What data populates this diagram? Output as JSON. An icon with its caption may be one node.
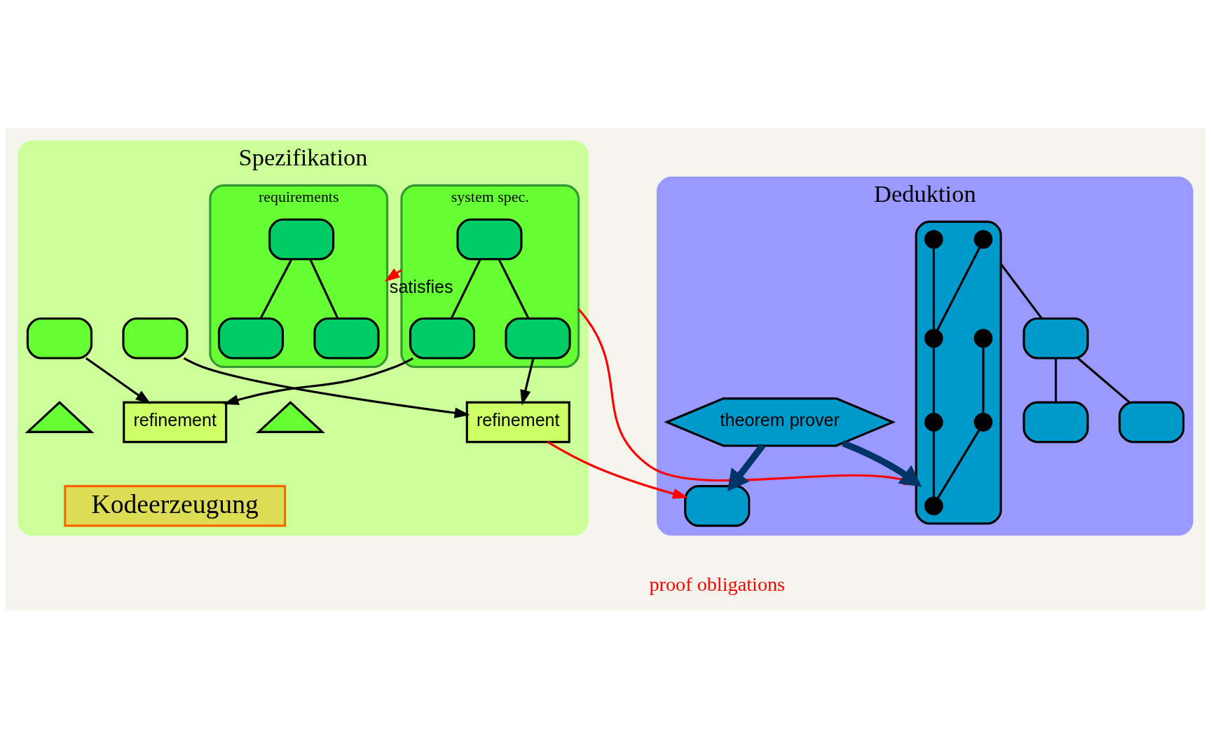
{
  "diagram": {
    "nodes": [
      {
        "text": [
          "Spezifikation"
        ]
      },
      {
        "text": [
          "Deduktion"
        ]
      },
      {
        "text": [
          "system spec."
        ],
        "in": 0
      },
      {
        "text": [],
        "shape": "box",
        "in": 2
      },
      {
        "text": [],
        "shape": "box",
        "in": 2
      },
      {
        "text": [],
        "shape": "box",
        "in": 2
      },
      {
        "text": [
          "requirements"
        ],
        "in": 0
      },
      {
        "text": [],
        "shape": "box",
        "in": 6
      },
      {
        "text": [],
        "shape": "box",
        "in": 6
      },
      {
        "text": [],
        "shape": "box",
        "in": 6
      },
      {
        "text": [
          "refinement"
        ],
        "in": 0
      },
      {
        "text": [
          "refinement"
        ],
        "in": 0
      },
      {
        "text": [],
        "shape": "box",
        "in": 0
      },
      {
        "text": [],
        "shape": "box",
        "in": 0
      },
      {
        "text": [],
        "shape": "triangle",
        "in": 0
      },
      {
        "text": [],
        "shape": "triangle",
        "in": 0
      },
      {
        "text": [
          "Kodeerzeugung"
        ],
        "in": 0
      },
      {
        "text": [],
        "shape": "box",
        "in": 1
      },
      {
        "text": [],
        "shape": "circle",
        "in": 17
      },
      {
        "text": [],
        "shape": "circle",
        "in": 17
      },
      {
        "text": [],
        "shape": "circle",
        "in": 17
      },
      {
        "text": [],
        "shape": "circle",
        "in": 17
      },
      {
        "text": [],
        "shape": "circle",
        "in": 17
      },
      {
        "text": [],
        "shape": "circle",
        "in": 17
      },
      {
        "text": [],
        "shape": "circle",
        "in": 17
      },
      {
        "text": [
          "theorem prover"
        ],
        "in": 1
      },
      {
        "text": [],
        "shape": "box",
        "in": 1
      },
      {
        "text": [],
        "shape": "box",
        "in": 1
      },
      {
        "text": [],
        "shape": "box",
        "in": 1
      },
      {
        "text": [],
        "shape": "box",
        "in": 1
      }
    ],
    "edges": [
      {
        "from": 3,
        "to": 4,
        "arrow": "none"
      },
      {
        "from": 3,
        "to": 5,
        "arrow": "none"
      },
      {
        "from": 7,
        "to": 8,
        "arrow": "none"
      },
      {
        "from": 7,
        "to": 9,
        "arrow": "none"
      },
      {
        "from": 4,
        "to": 10,
        "arrow": "to"
      },
      {
        "from": 5,
        "to": 11,
        "arrow": "to"
      },
      {
        "from": 12,
        "to": 10,
        "arrow": "to"
      },
      {
        "from": 13,
        "to": 11,
        "arrow": "to"
      },
      {
        "from": 2,
        "to": 6,
        "arrow": "to",
        "label": "satisfies",
        "color": "#ff0000"
      },
      {
        "from": 2,
        "to": 17,
        "arrow": "to",
        "color": "#ff0000"
      },
      {
        "from": 11,
        "to": 26,
        "arrow": "to",
        "color": "#ff0000"
      },
      {
        "from": 25,
        "to": 17,
        "arrow": "to",
        "style": "thick",
        "color": "#003366"
      },
      {
        "from": 25,
        "to": 26,
        "arrow": "to",
        "style": "thick",
        "color": "#003366"
      },
      {
        "from": 18,
        "to": 21,
        "arrow": "none"
      },
      {
        "from": 19,
        "to": 21,
        "arrow": "none"
      },
      {
        "from": 20,
        "to": 22,
        "arrow": "none"
      },
      {
        "from": 21,
        "to": 23,
        "arrow": "none"
      },
      {
        "from": 22,
        "to": 24,
        "arrow": "none"
      },
      {
        "from": 23,
        "to": 24,
        "arrow": "none"
      },
      {
        "from": 17,
        "to": 27,
        "arrow": "none"
      },
      {
        "from": 27,
        "to": 28,
        "arrow": "none"
      },
      {
        "from": 27,
        "to": 29,
        "arrow": "none"
      }
    ],
    "labels": [
      "proof obligations"
    ]
  }
}
